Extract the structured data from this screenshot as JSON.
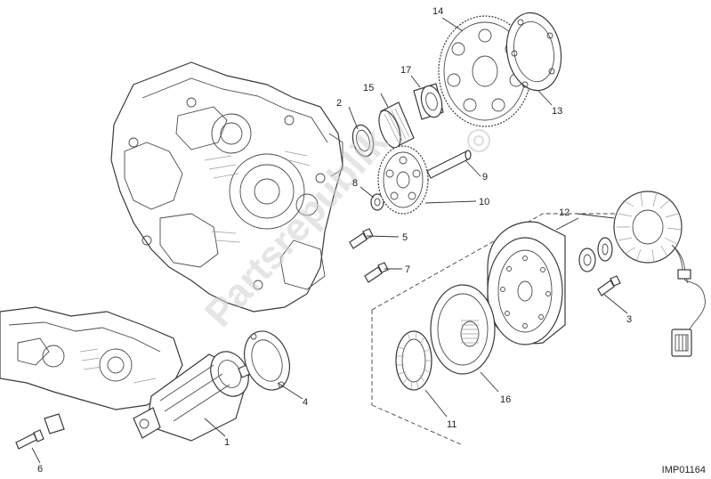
{
  "diagram": {
    "reference_code": "IMP01164",
    "watermark": "Partsrepublik",
    "callouts": [
      {
        "id": "1",
        "text": "1"
      },
      {
        "id": "2",
        "text": "2"
      },
      {
        "id": "3",
        "text": "3"
      },
      {
        "id": "4",
        "text": "4"
      },
      {
        "id": "5",
        "text": "5"
      },
      {
        "id": "6",
        "text": "6"
      },
      {
        "id": "7",
        "text": "7"
      },
      {
        "id": "8",
        "text": "8"
      },
      {
        "id": "9",
        "text": "9"
      },
      {
        "id": "10",
        "text": "10"
      },
      {
        "id": "11",
        "text": "11"
      },
      {
        "id": "12",
        "text": "12"
      },
      {
        "id": "13",
        "text": "13"
      },
      {
        "id": "14",
        "text": "14"
      },
      {
        "id": "15",
        "text": "15"
      },
      {
        "id": "16",
        "text": "16"
      },
      {
        "id": "17",
        "text": "17"
      }
    ]
  }
}
